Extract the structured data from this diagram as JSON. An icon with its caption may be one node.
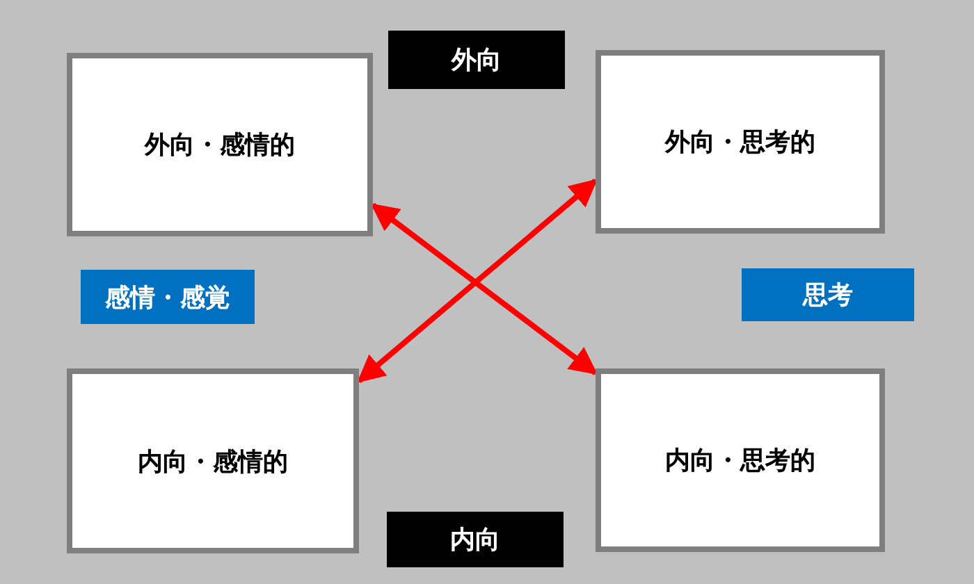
{
  "diagram": {
    "nodes": [
      {
        "text": [
          "外向"
        ]
      },
      {
        "text": [
          "外向・感情的"
        ]
      },
      {
        "text": [
          "外向・思考的"
        ]
      },
      {
        "text": [
          "感情・感覚"
        ]
      },
      {
        "text": [
          "思考"
        ]
      },
      {
        "text": [
          "内向・感情的"
        ]
      },
      {
        "text": [
          "内向・思考的"
        ]
      },
      {
        "text": [
          "内向"
        ]
      }
    ],
    "edges": [
      {
        "from": 1,
        "to": 6,
        "arrow": "both"
      },
      {
        "from": 2,
        "to": 5,
        "arrow": "both"
      }
    ]
  }
}
